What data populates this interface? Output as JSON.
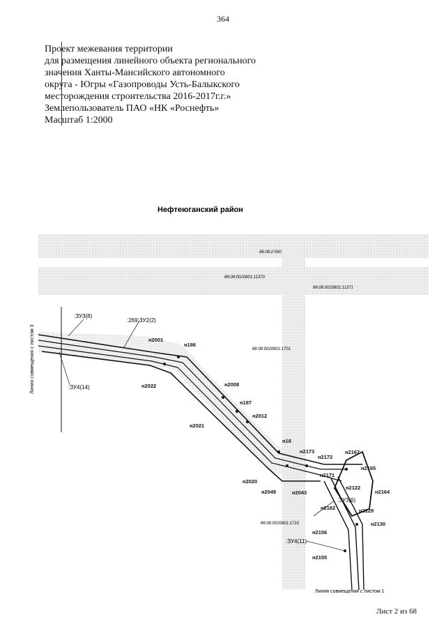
{
  "page_number": "364",
  "header_lines": [
    "Проект межевания территории",
    "для размещения линейного объекта регионального",
    "значения Ханты-Мансийского автономного",
    "округа - Югры «Газопроводы Усть-Балыкского",
    "месторождения строительства 2016-2017г.г.»",
    "Землепользователь ПАО «НК «Роснефть»",
    "Масштаб 1:2000"
  ],
  "map": {
    "district_title": "Нефтеюганский район",
    "side_join_label": "Линия совмещения с листом 3",
    "bottom_join_label": "Линия совмещения с листом 1",
    "cadastral_labels": [
      "86:08:2:590",
      "86:08:0020801:11370",
      "86:08:0020801:11371",
      "86:08:0020801:1701",
      "86:08:0020801:1710"
    ],
    "parcel_labels": [
      ":ЗУ3(8)",
      ":269:ЗУ2(2)",
      ":ЗУ4(14)",
      ":ЗУ3(6)",
      ":ЗУ4(11)"
    ],
    "point_labels": [
      "н2001",
      "н186",
      "н2022",
      "н2008",
      "н187",
      "н2012",
      "н2021",
      "н18",
      "н2173",
      "н2172",
      "н2171",
      "н2167",
      "н2165",
      "н2020",
      "н2049",
      "н2043",
      "н2122",
      "н2164",
      "н2162",
      "н2129",
      "н2156",
      "н2130",
      "н2155"
    ]
  },
  "sheet_label": "Лист 2 из 68"
}
